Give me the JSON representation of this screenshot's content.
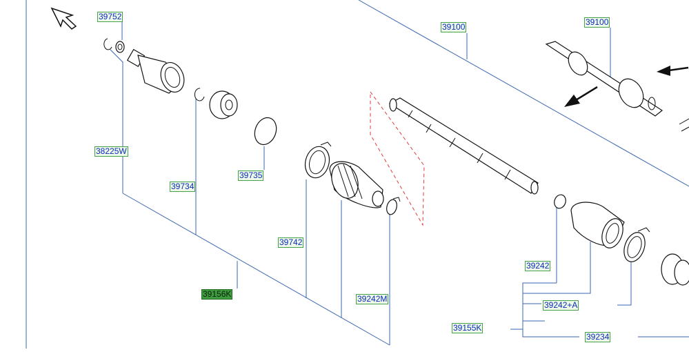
{
  "parts": {
    "p39752": "39752",
    "p39100a": "39100",
    "p39100b": "39100",
    "p38225W": "38225W",
    "p39734": "39734",
    "p39735": "39735",
    "p39742": "39742",
    "p39156K": "39156K",
    "p39242M": "39242M",
    "p39242": "39242",
    "p39242A": "39242+A",
    "p39155K": "39155K",
    "p39234": "39234"
  },
  "colors": {
    "leader_line": "#3a66b0",
    "label_text": "#0a2bb8",
    "label_bg": "#eef9ea",
    "label_border": "#46a24a",
    "selected_bg": "#3e9c3e",
    "dashed_box": "#e23a3a"
  },
  "icons": [
    "cursor-arrow-icon",
    "direction-arrow-icon"
  ]
}
